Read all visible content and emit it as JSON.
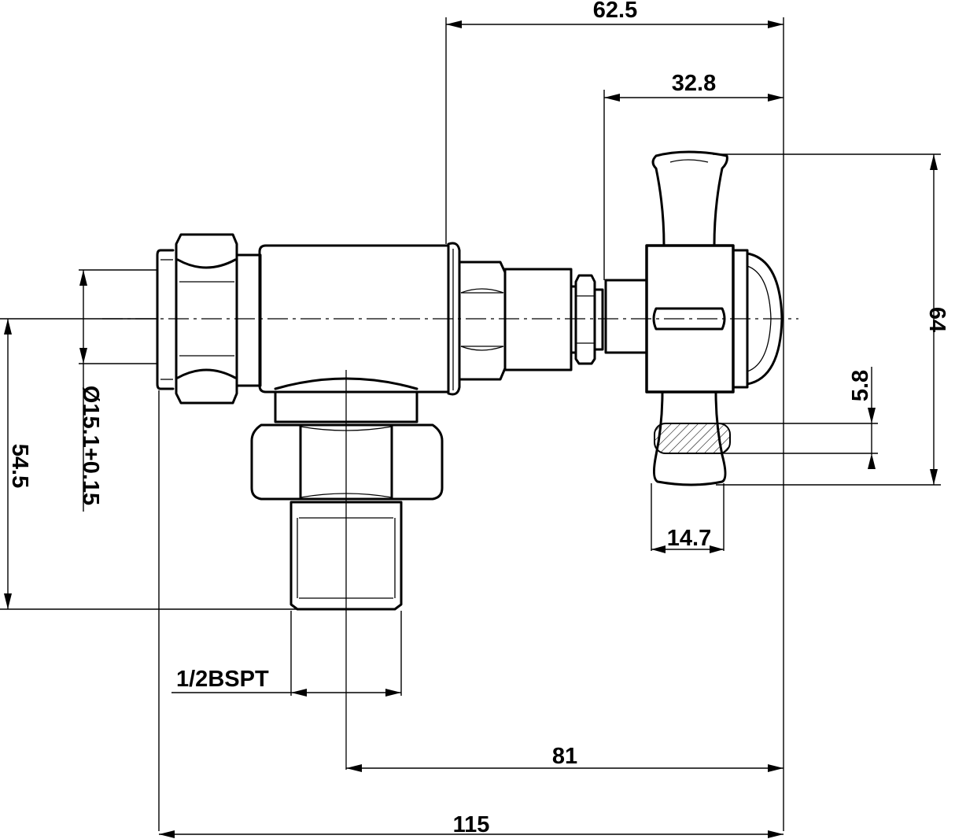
{
  "dimensions": {
    "top_width": "62.5",
    "handle_offset": "32.8",
    "handle_height": "64",
    "handle_thickness": "5.8",
    "handle_width": "14.7",
    "bore_diameter": "Ø15.1+0.15",
    "body_height": "54.5",
    "thread_spec": "1/2BSPT",
    "outlet_to_face": "81",
    "overall_length": "115"
  }
}
